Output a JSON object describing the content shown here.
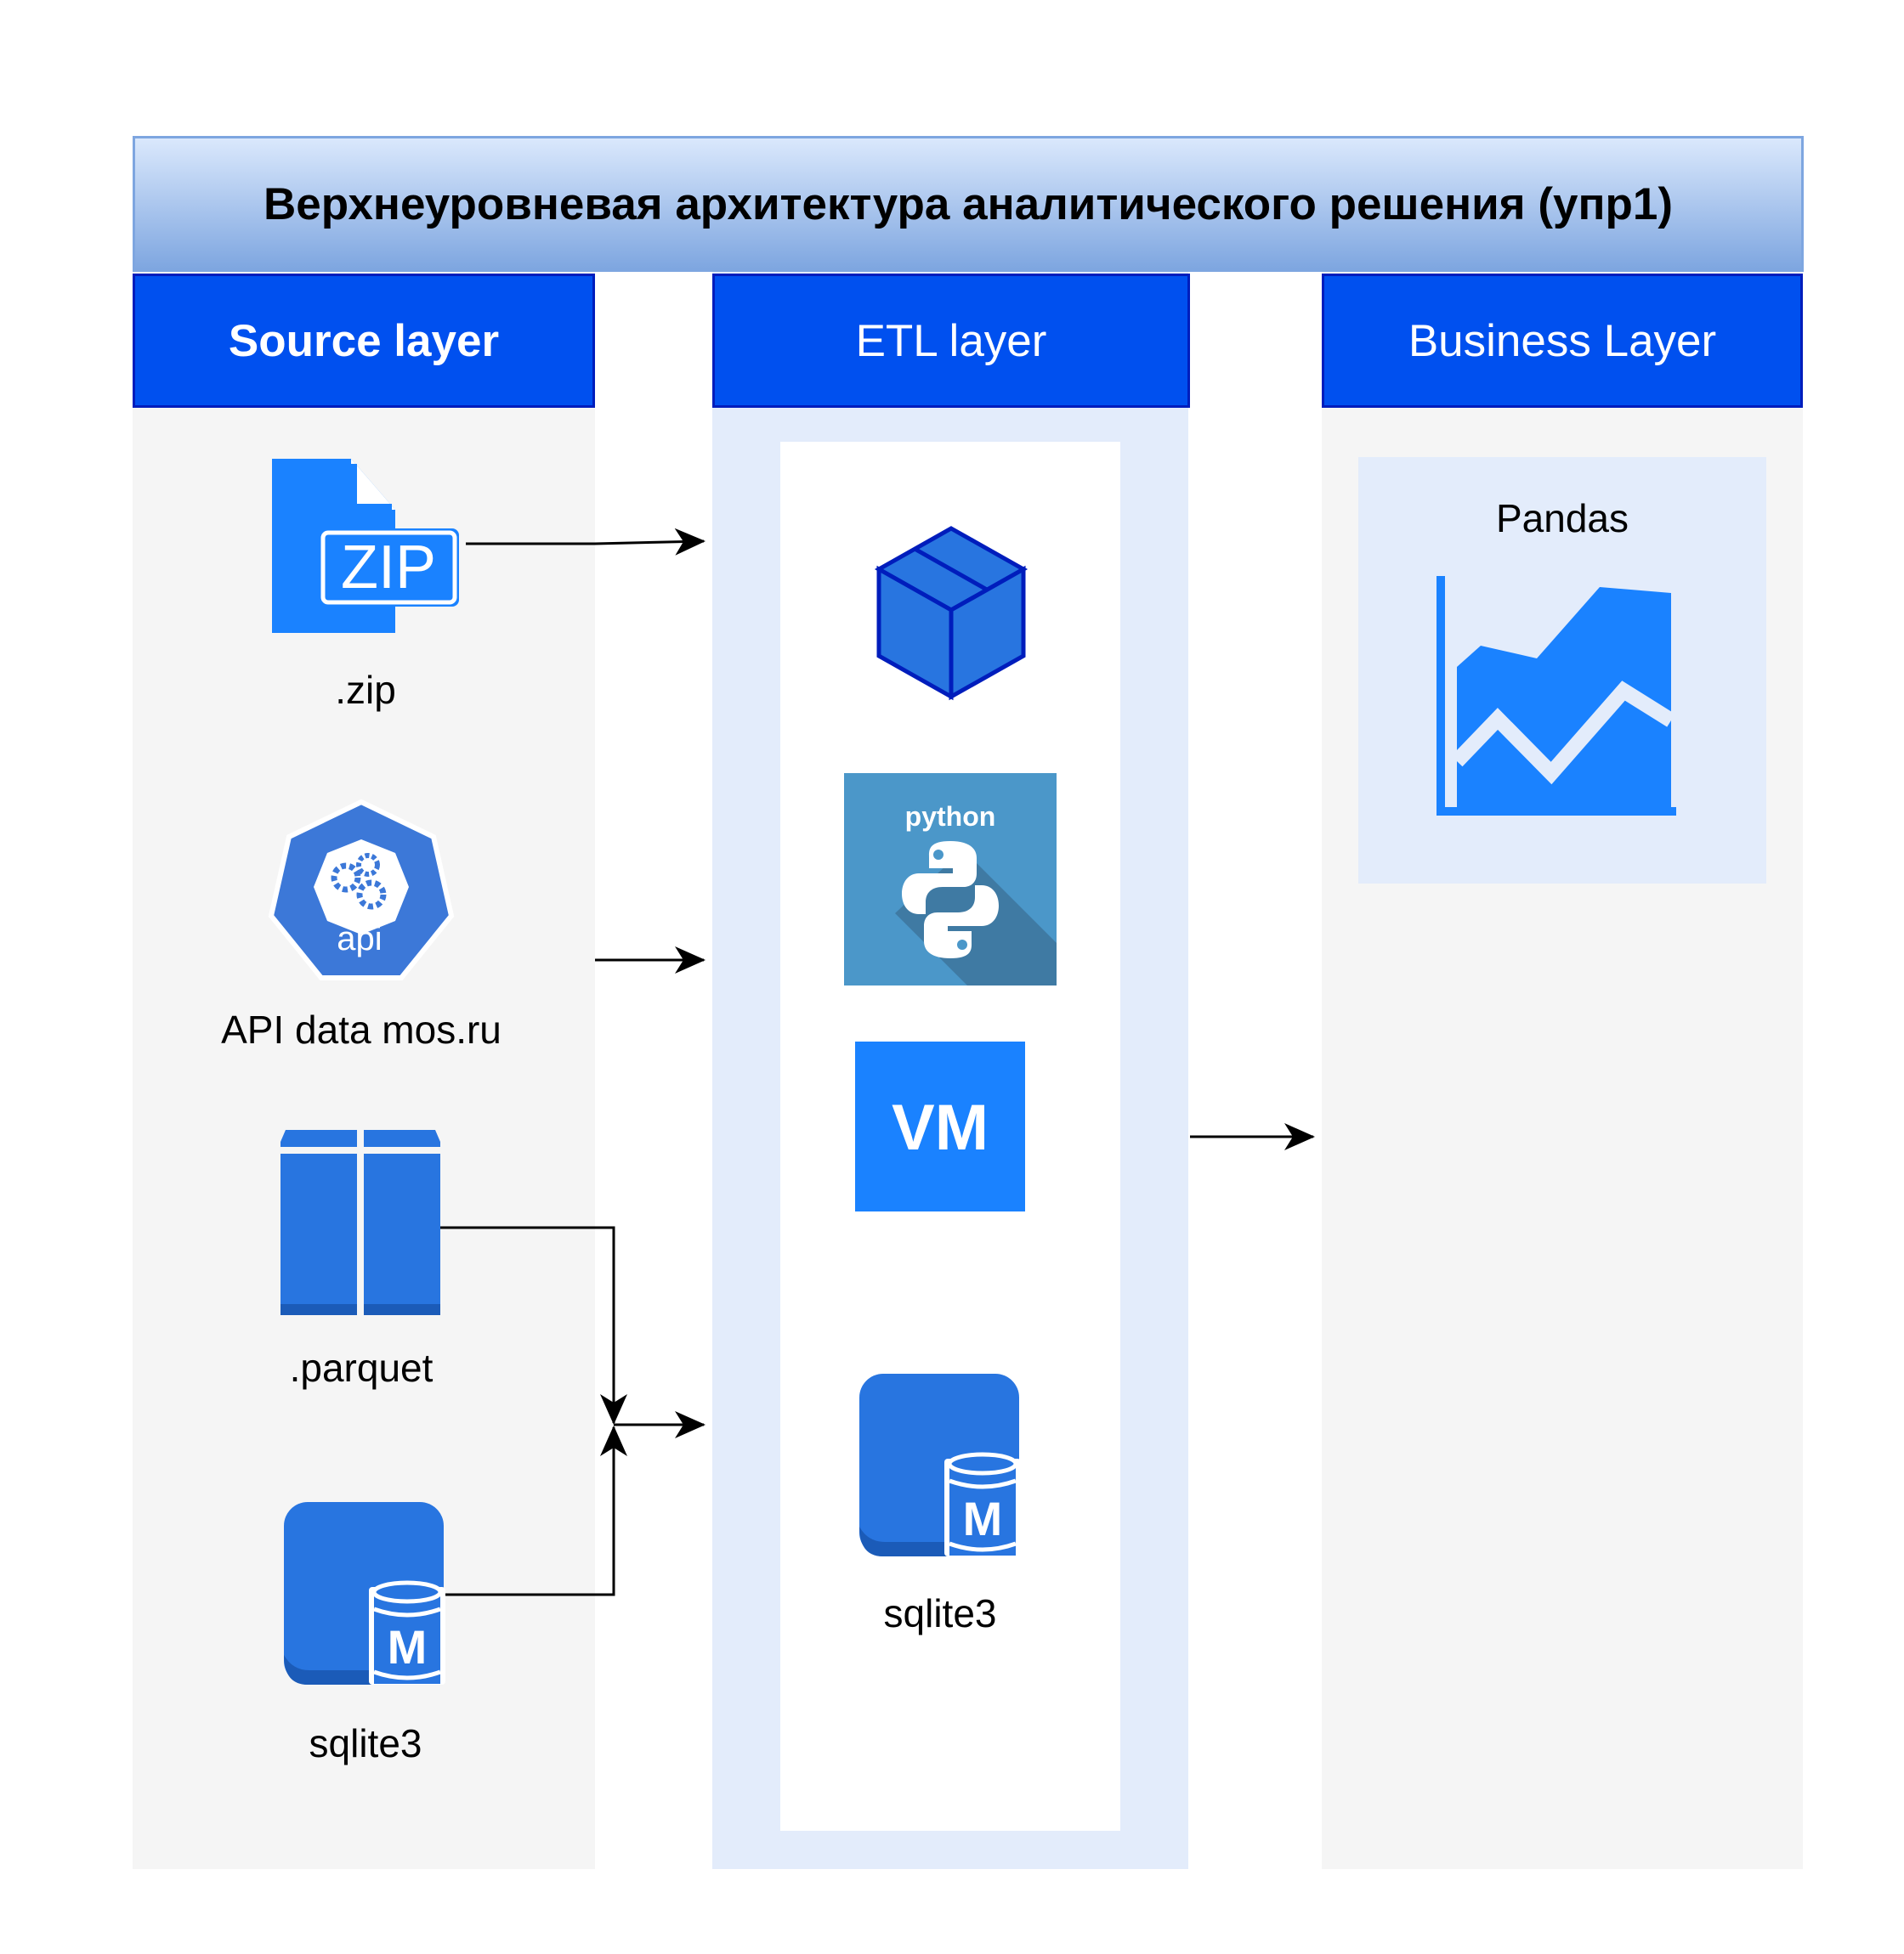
{
  "title": "Верхнеуровневая архитектура аналитического решения (упр1)",
  "layers": {
    "source": {
      "header": "Source layer",
      "items": {
        "zip_badge": "ZIP",
        "zip_label": ".zip",
        "api_badge": "api",
        "api_label": "API data mos.ru",
        "parquet_label": ".parquet",
        "sqlite_badge": "M",
        "sqlite_label": "sqlite3"
      }
    },
    "etl": {
      "header": "ETL layer",
      "items": {
        "python_badge": "python",
        "vm_badge": "VM",
        "sqlite_badge": "M",
        "sqlite_label": "sqlite3"
      }
    },
    "business": {
      "header": "Business Layer",
      "items": {
        "pandas_label": "Pandas"
      }
    }
  },
  "colors": {
    "header_blue": "#0050ef",
    "icon_blue": "#1a82ff",
    "aws_blue": "#2875e0",
    "title_gradient_top": "#dae8fc",
    "title_gradient_bottom": "#7ea6e0",
    "column_grey": "#f5f5f5",
    "etl_tint": "#e3ecfb",
    "python_bg": "#4b97c9"
  },
  "icons": {
    "zip": "zip-file-icon",
    "api": "api-gears-icon",
    "parquet": "parquet-columns-icon",
    "sqlite": "database-m-icon",
    "box": "package-box-icon",
    "python": "python-logo-icon",
    "vm": "vm-icon",
    "chart": "area-chart-icon"
  }
}
